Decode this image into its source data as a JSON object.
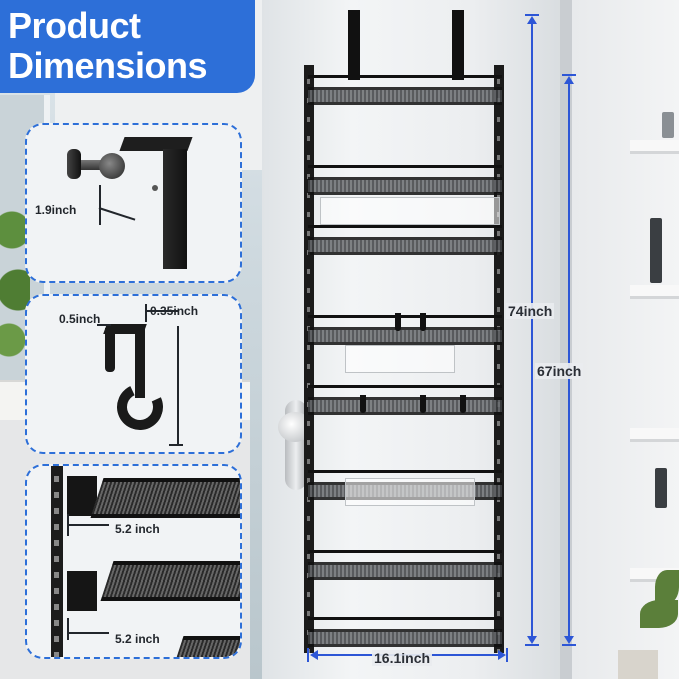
{
  "title": {
    "line1": "Product",
    "line2": "Dimensions"
  },
  "dimensions": {
    "height_outer": "74inch",
    "height_inner": "67inch",
    "width": "16.1inch"
  },
  "details": {
    "bracket_depth": "1.9inch",
    "hook_width": "0.5inch",
    "hook_thickness": "0.35inch",
    "shelf_gap_1": "5.2 inch",
    "shelf_gap_2": "5.2 inch"
  },
  "colors": {
    "accent": "#2d6fd8",
    "dimension_line": "#2d56d6",
    "rack": "#1b1b1b"
  }
}
